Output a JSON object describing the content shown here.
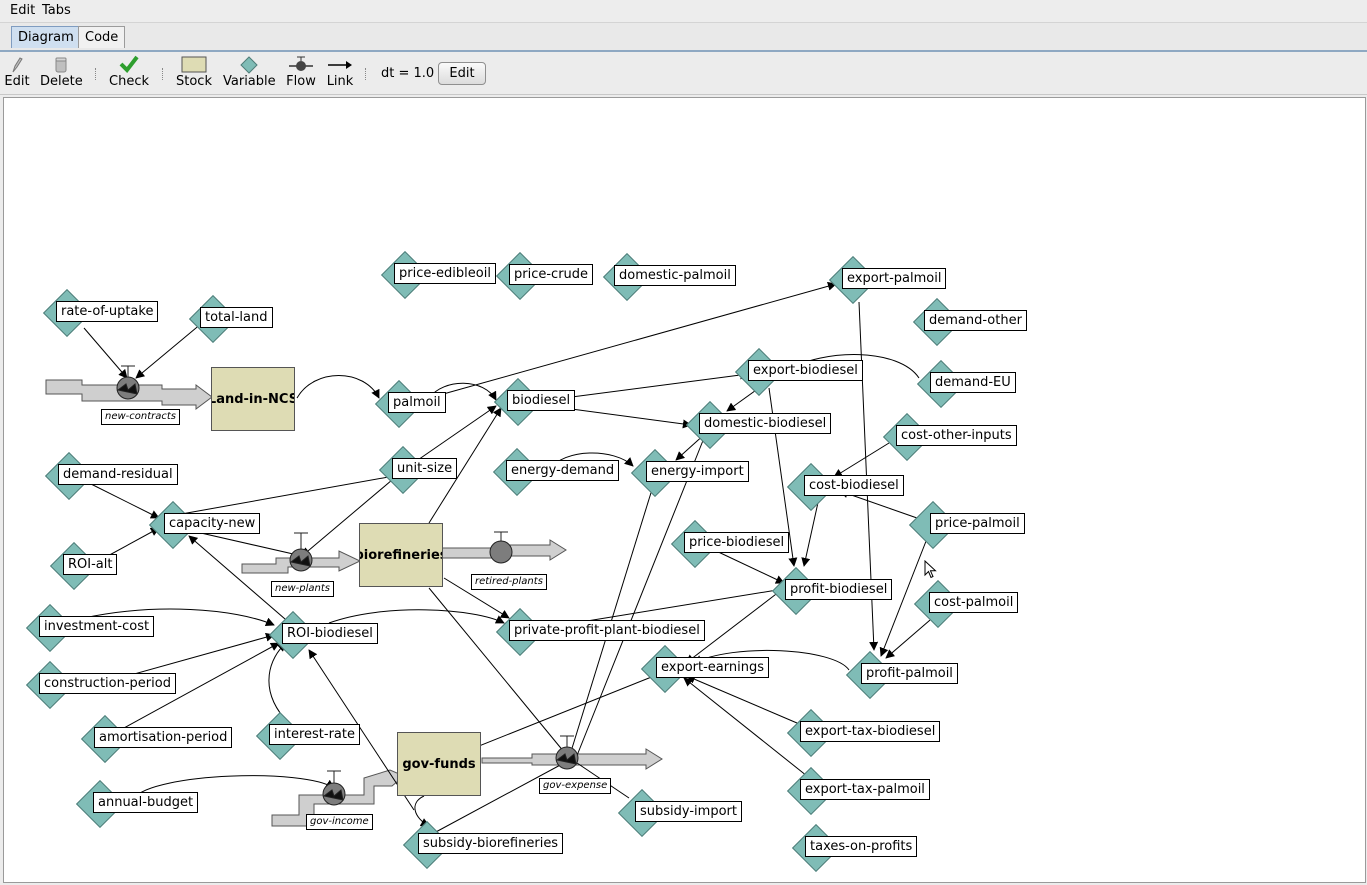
{
  "menu": {
    "edit": "Edit",
    "tabs": "Tabs"
  },
  "tabs": [
    {
      "label": "Diagram",
      "active": true
    },
    {
      "label": "Code",
      "active": false
    }
  ],
  "toolbar": {
    "edit": "Edit",
    "delete": "Delete",
    "check": "Check",
    "stock": "Stock",
    "variable": "Variable",
    "flow": "Flow",
    "link": "Link",
    "dt": "dt = 1.0",
    "dt_edit": "Edit"
  },
  "colors": {
    "variable": "#7fbcb6",
    "stock": "#dedcb4",
    "flow": "#c8c8c8",
    "valve": "#7d7d7d",
    "check": "#2e9e2e"
  },
  "diagram": {
    "stocks": [
      {
        "id": "land",
        "label": "Land-in-NCS"
      },
      {
        "id": "bio",
        "label": "biorefineries"
      },
      {
        "id": "gov",
        "label": "gov-funds"
      }
    ],
    "flows": [
      {
        "id": "newcontracts",
        "label": "new-contracts"
      },
      {
        "id": "newplants",
        "label": "new-plants"
      },
      {
        "id": "retired",
        "label": "retired-plants"
      },
      {
        "id": "govincome",
        "label": "gov-income"
      },
      {
        "id": "govexpense",
        "label": "gov-expense"
      }
    ],
    "variables": [
      {
        "id": "price_edibleoil",
        "label": "price-edibleoil"
      },
      {
        "id": "price_crude",
        "label": "price-crude"
      },
      {
        "id": "domestic_palmoil",
        "label": "domestic-palmoil"
      },
      {
        "id": "export_palmoil",
        "label": "export-palmoil"
      },
      {
        "id": "demand_other",
        "label": "demand-other"
      },
      {
        "id": "rate_of_uptake",
        "label": "rate-of-uptake"
      },
      {
        "id": "total_land",
        "label": "total-land"
      },
      {
        "id": "demand_eu",
        "label": "demand-EU"
      },
      {
        "id": "export_biodiesel",
        "label": "export-biodiesel"
      },
      {
        "id": "palmoil",
        "label": "palmoil"
      },
      {
        "id": "biodiesel",
        "label": "biodiesel"
      },
      {
        "id": "domestic_biodiesel",
        "label": "domestic-biodiesel"
      },
      {
        "id": "cost_other_inputs",
        "label": "cost-other-inputs"
      },
      {
        "id": "demand_residual",
        "label": "demand-residual"
      },
      {
        "id": "unit_size",
        "label": "unit-size"
      },
      {
        "id": "energy_demand",
        "label": "energy-demand"
      },
      {
        "id": "energy_import",
        "label": "energy-import"
      },
      {
        "id": "cost_biodiesel",
        "label": "cost-biodiesel"
      },
      {
        "id": "capacity_new",
        "label": "capacity-new"
      },
      {
        "id": "price_palmoil",
        "label": "price-palmoil"
      },
      {
        "id": "price_biodiesel",
        "label": "price-biodiesel"
      },
      {
        "id": "roi_alt",
        "label": "ROI-alt"
      },
      {
        "id": "profit_biodiesel",
        "label": "profit-biodiesel"
      },
      {
        "id": "cost_palmoil",
        "label": "cost-palmoil"
      },
      {
        "id": "investment_cost",
        "label": "investment-cost"
      },
      {
        "id": "roi_biodiesel",
        "label": "ROI-biodiesel"
      },
      {
        "id": "private_profit",
        "label": "private-profit-plant-biodiesel"
      },
      {
        "id": "export_earnings",
        "label": "export-earnings"
      },
      {
        "id": "profit_palmoil",
        "label": "profit-palmoil"
      },
      {
        "id": "construction_period",
        "label": "construction-period"
      },
      {
        "id": "amortisation_period",
        "label": "amortisation-period"
      },
      {
        "id": "interest_rate",
        "label": "interest-rate"
      },
      {
        "id": "export_tax_biodiesel",
        "label": "export-tax-biodiesel"
      },
      {
        "id": "annual_budget",
        "label": "annual-budget"
      },
      {
        "id": "export_tax_palmoil",
        "label": "export-tax-palmoil"
      },
      {
        "id": "subsidy_import",
        "label": "subsidy-import"
      },
      {
        "id": "subsidy_biorefineries",
        "label": "subsidy-biorefineries"
      },
      {
        "id": "taxes_on_profits",
        "label": "taxes-on-profits"
      }
    ]
  }
}
